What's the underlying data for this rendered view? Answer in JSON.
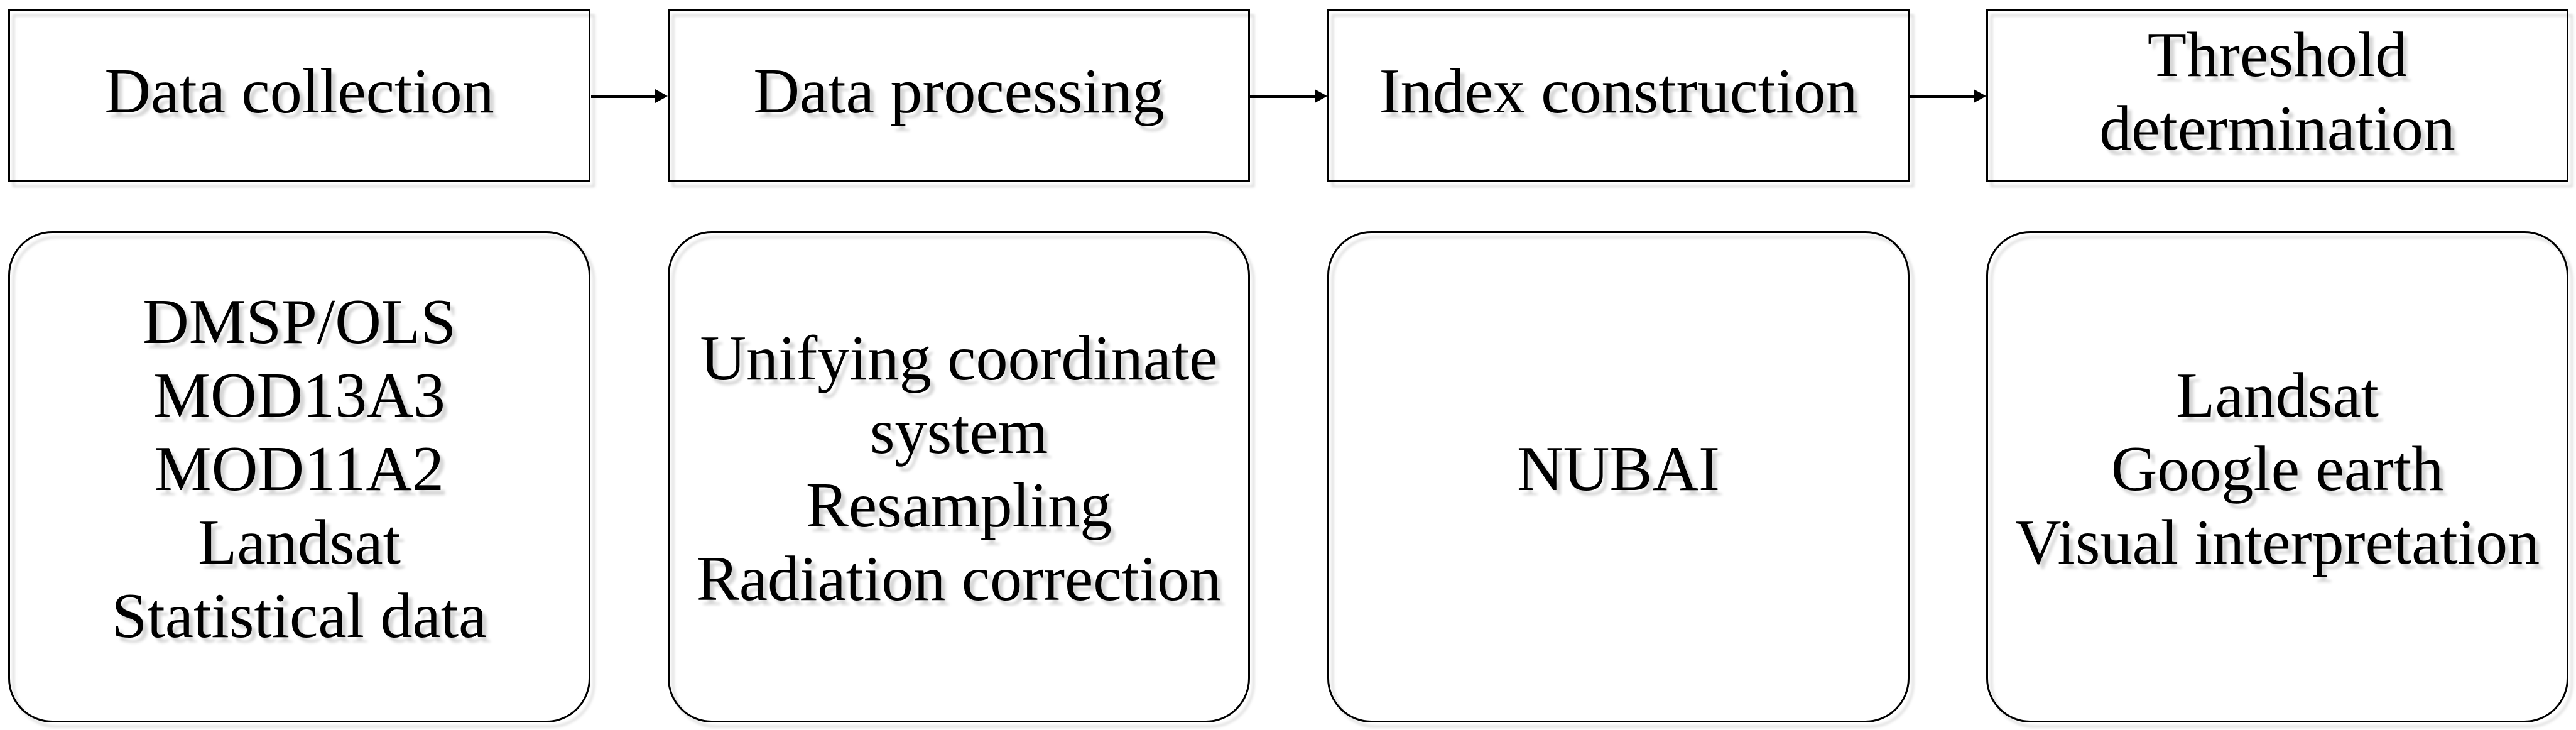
{
  "diagram": {
    "columns": [
      {
        "header": "Data collection",
        "items": [
          "DMSP/OLS",
          "MOD13A3",
          "MOD11A2",
          "Landsat",
          "Statistical data"
        ]
      },
      {
        "header": "Data processing",
        "items": [
          "Unifying coordinate system",
          "Resampling",
          "Radiation correction"
        ]
      },
      {
        "header": "Index construction",
        "items": [
          "NUBAI"
        ]
      },
      {
        "header": "Threshold determination",
        "items": [
          "Landsat",
          "Google earth",
          "Visual interpretation"
        ]
      }
    ],
    "colors": {
      "background": "#ffffff",
      "border": "#000000",
      "text": "#000000",
      "shadow": "#d6d6d6"
    }
  }
}
